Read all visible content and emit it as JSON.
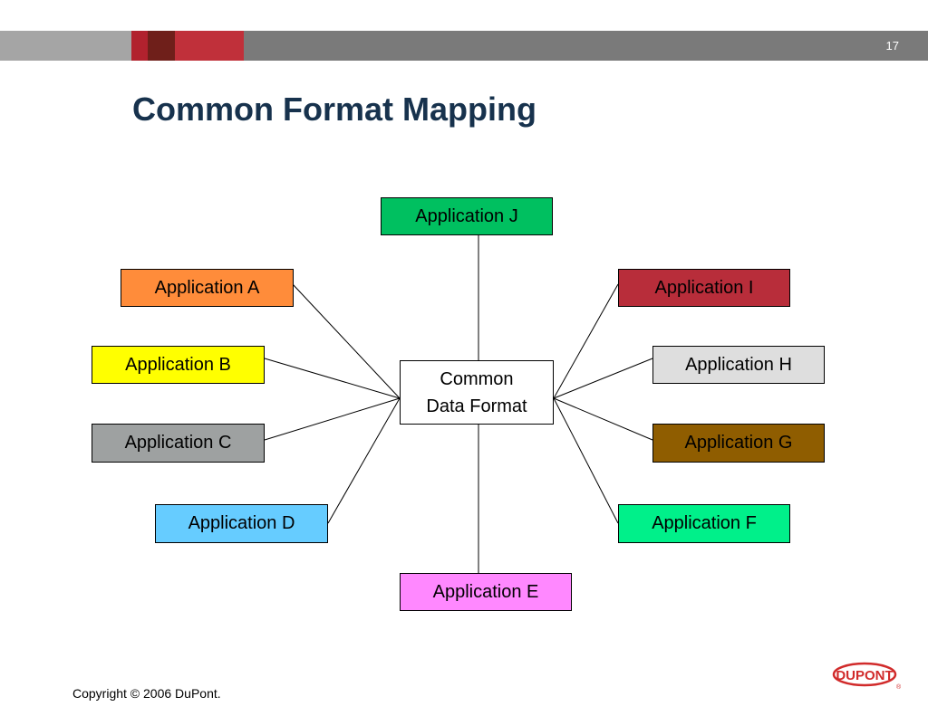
{
  "header": {
    "page_number": "17"
  },
  "title": "Common Format Mapping",
  "hub": {
    "line1": "Common",
    "line2": "Data Format"
  },
  "applications": [
    {
      "id": "J",
      "label": "Application J",
      "color": "#00c060"
    },
    {
      "id": "A",
      "label": "Application A",
      "color": "#ff8c3a"
    },
    {
      "id": "I",
      "label": "Application I",
      "color": "#b82d3a"
    },
    {
      "id": "B",
      "label": "Application B",
      "color": "#ffff00"
    },
    {
      "id": "H",
      "label": "Application H",
      "color": "#dedede"
    },
    {
      "id": "C",
      "label": "Application C",
      "color": "#9ea1a1"
    },
    {
      "id": "G",
      "label": "Application G",
      "color": "#8f5d00"
    },
    {
      "id": "D",
      "label": "Application D",
      "color": "#66ccff"
    },
    {
      "id": "F",
      "label": "Application F",
      "color": "#00f08a"
    },
    {
      "id": "E",
      "label": "Application E",
      "color": "#ff88ff"
    }
  ],
  "footer": {
    "copyright": "Copyright © 2006 DuPont.",
    "logo_text": "DUPONT"
  },
  "colors": {
    "title": "#17324d",
    "bar": "#7a7a7a",
    "logo": "#d12b2b"
  }
}
